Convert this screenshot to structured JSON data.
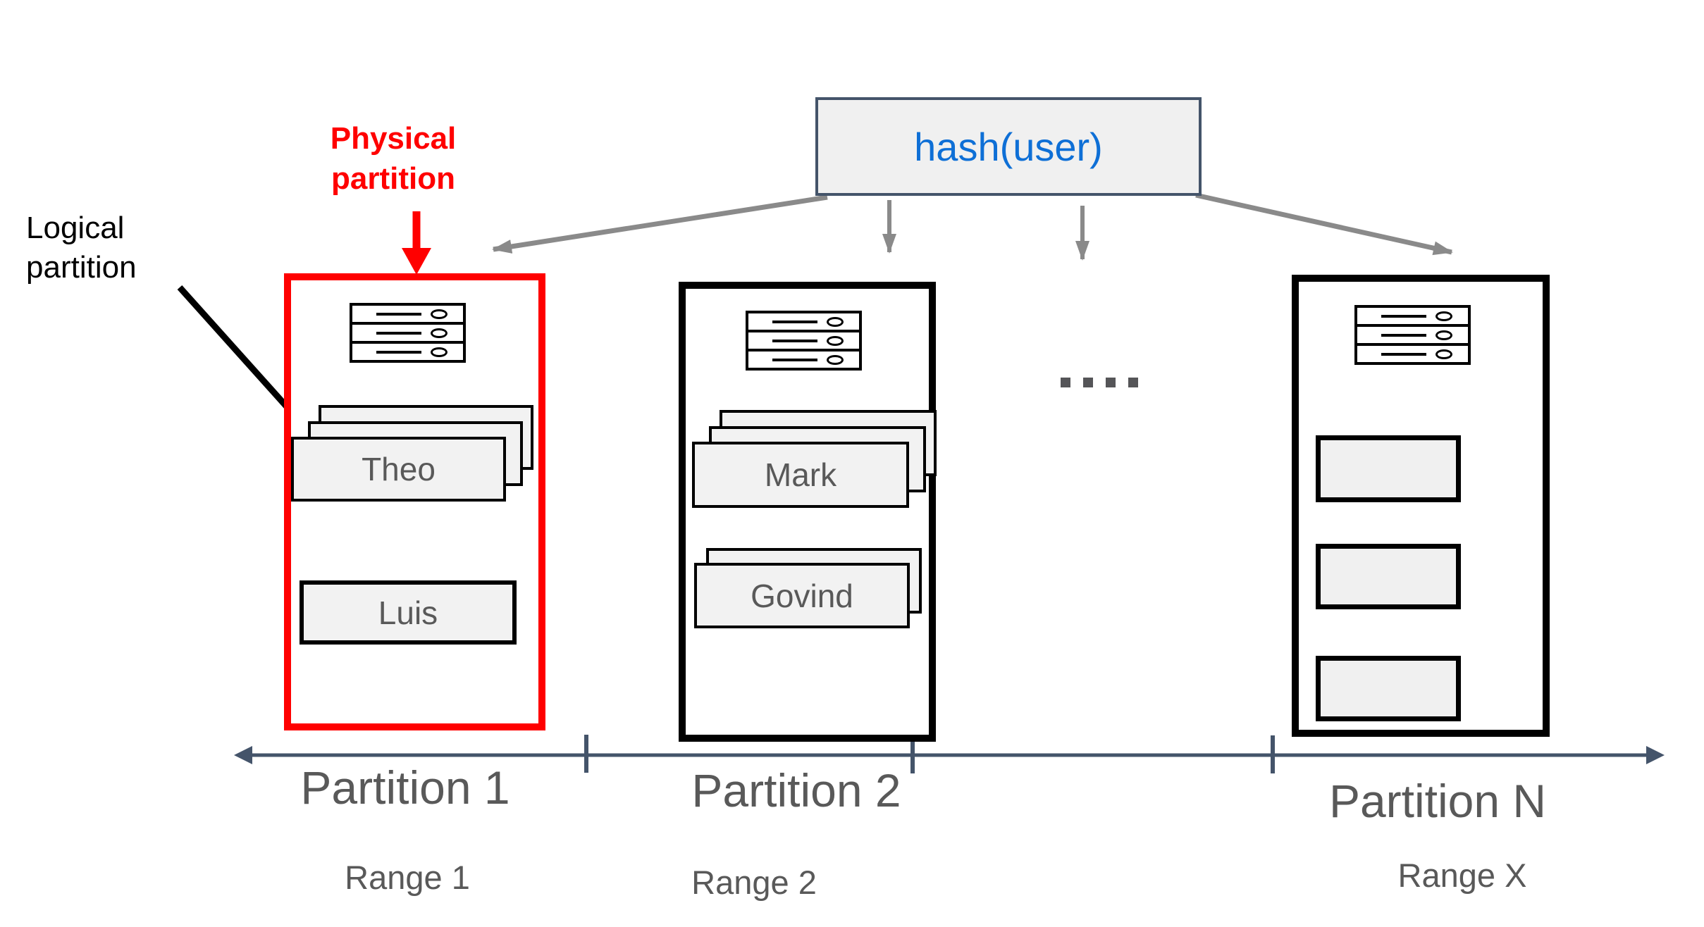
{
  "hash_box": {
    "label": "hash(user)"
  },
  "callouts": {
    "physical": {
      "line1": "Physical",
      "line2": "partition",
      "color": "#ff0000"
    },
    "logical": {
      "line1": "Logical",
      "line2": "partition",
      "color": "#000000"
    }
  },
  "partitions": [
    {
      "name": "Partition 1",
      "range": "Range 1",
      "highlighted": true,
      "cards": [
        {
          "label": "Theo",
          "copies": 3
        },
        {
          "label": "Luis",
          "copies": 1
        }
      ]
    },
    {
      "name": "Partition 2",
      "range": "Range 2",
      "highlighted": false,
      "cards": [
        {
          "label": "Mark",
          "copies": 3
        },
        {
          "label": "Govind",
          "copies": 2
        }
      ]
    },
    {
      "name": "Partition N",
      "range": "Range X",
      "highlighted": false,
      "cards": [
        {
          "label": "",
          "copies": 1
        },
        {
          "label": "",
          "copies": 1
        },
        {
          "label": "",
          "copies": 1
        }
      ]
    }
  ],
  "ellipsis": {
    "dot_count": 4
  },
  "colors": {
    "highlight_border": "#ff0000",
    "partition_border": "#000000",
    "hash_border": "#44546a",
    "hash_text": "#0e6fd6",
    "hash_fill": "#f0f0f0",
    "card_fill": "#f2f2f2",
    "label_gray": "#595959",
    "arrow_gray": "#8a8a8a",
    "axis_color": "#44546a"
  }
}
